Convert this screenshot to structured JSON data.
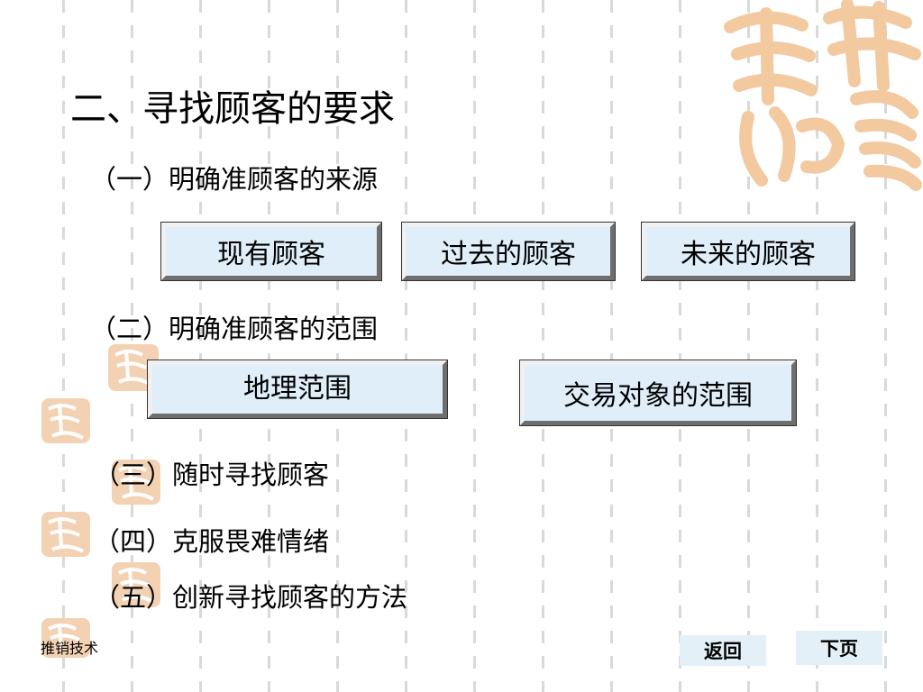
{
  "slide": {
    "title": "二、寻找顾客的要求",
    "sections": [
      {
        "label": "（一）明确准顾客的来源",
        "boxes": [
          "现有顾客",
          "过去的顾客",
          "未来的顾客"
        ]
      },
      {
        "label": "（二）明确准顾客的范围",
        "boxes": [
          "地理范围",
          "交易对象的范围"
        ]
      },
      {
        "label": "（三）随时寻找顾客"
      },
      {
        "label": "（四）克服畏难情绪"
      },
      {
        "label": "（五）创新寻找顾客的方法"
      }
    ]
  },
  "footer": {
    "label": "推销技术"
  },
  "nav": {
    "back_label": "返回",
    "next_label": "下页"
  },
  "colors": {
    "box_fill": "#dfeef8",
    "seal_orange": "#f3c9a0",
    "stripe_gray": "#d9d9d9"
  },
  "icons": [
    "auspicious-seal-decoration"
  ]
}
